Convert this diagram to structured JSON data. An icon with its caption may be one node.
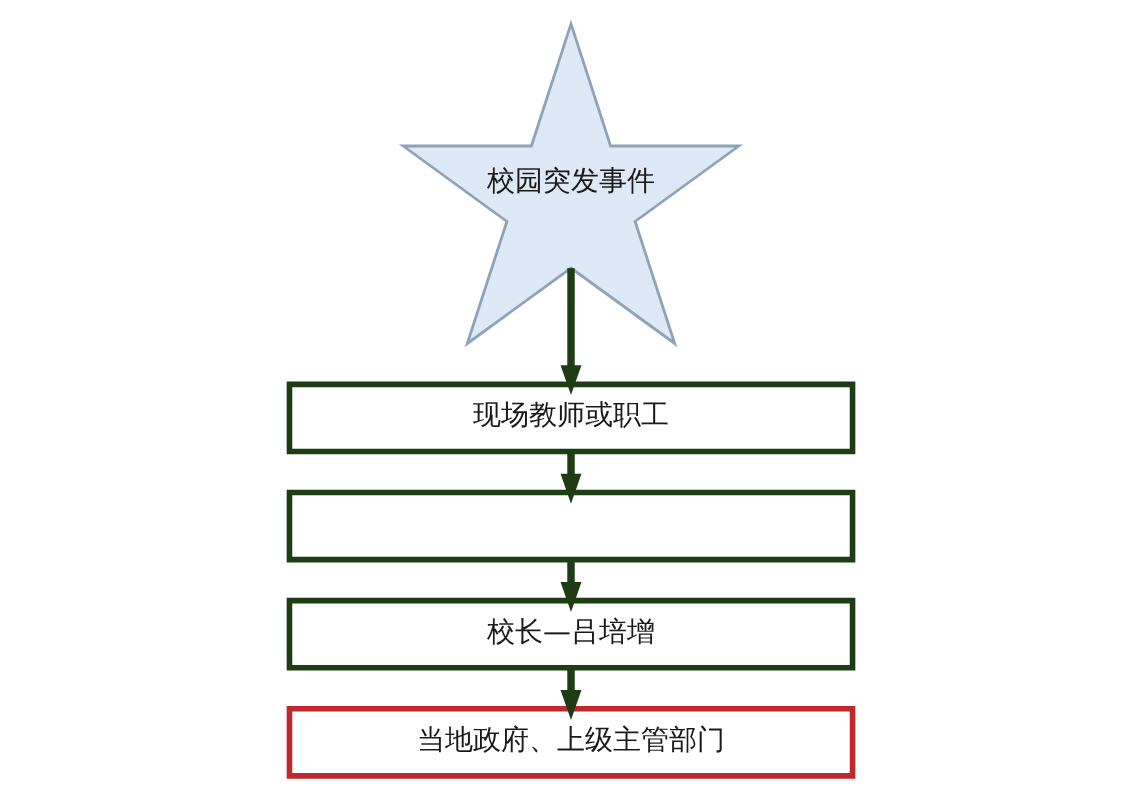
{
  "diagram": {
    "nodes": [
      {
        "text": [
          "校园突发事件"
        ]
      },
      {
        "text": [
          "现场教师或职工"
        ]
      },
      {
        "text": [],
        "shape": "box"
      },
      {
        "text": [
          "校长—吕培增"
        ]
      },
      {
        "text": [
          "当地政府、上级主管部门"
        ]
      }
    ],
    "edges": [
      {
        "from": 0,
        "to": 1,
        "arrow": "to"
      },
      {
        "from": 1,
        "to": 2,
        "arrow": "to"
      },
      {
        "from": 2,
        "to": 3,
        "arrow": "to"
      },
      {
        "from": 3,
        "to": 4,
        "arrow": "to"
      }
    ]
  }
}
